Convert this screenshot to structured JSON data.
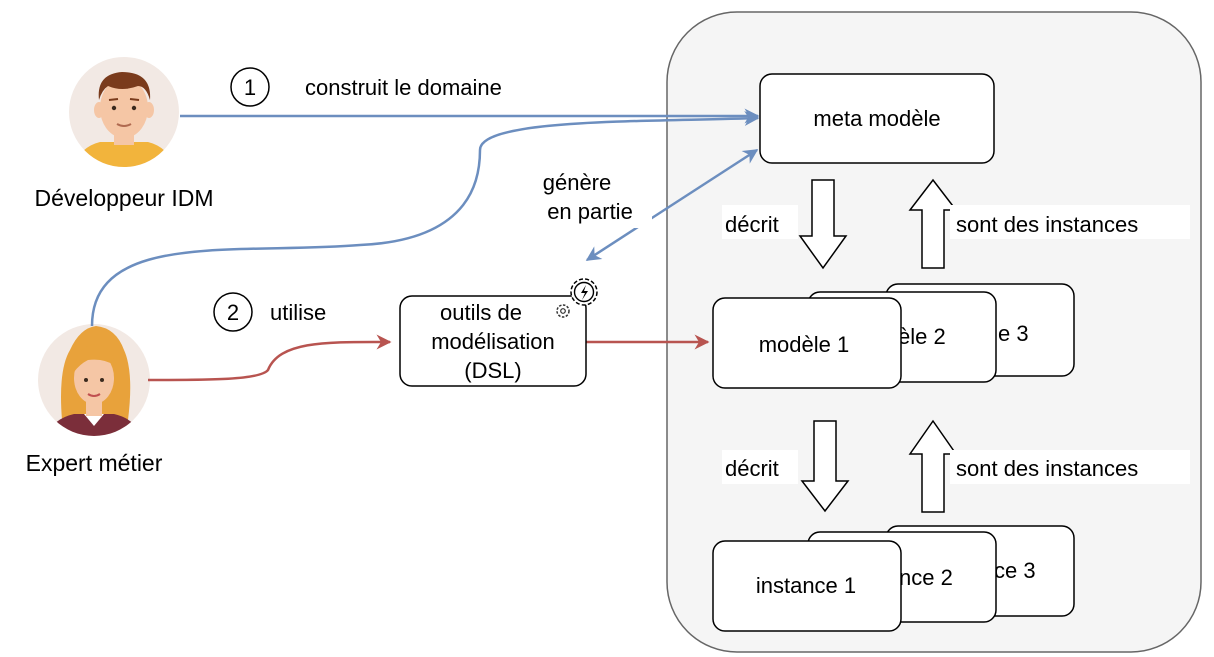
{
  "actors": {
    "developer": {
      "label": "Développeur IDM"
    },
    "expert": {
      "label": "Expert métier"
    }
  },
  "steps": {
    "step1": {
      "number": "1",
      "label": "construit le domaine"
    },
    "step2": {
      "number": "2",
      "label": "utilise"
    }
  },
  "edges": {
    "generates": {
      "line1": "génère",
      "line2": "en partie"
    },
    "describes_top": "décrit",
    "instances_top": "sont des instances",
    "describes_bottom": "décrit",
    "instances_bottom": "sont des instances"
  },
  "nodes": {
    "meta_model": "meta modèle",
    "tool": {
      "line1": "outils de",
      "line2": "modélisation",
      "line3": "(DSL)"
    },
    "model_1": "modèle 1",
    "model_2_visible": "èle 2",
    "model_3_visible": "e 3",
    "instance_1": "instance 1",
    "instance_2_visible": "nce 2",
    "instance_3_visible": "ce 3"
  },
  "icons": {
    "developer_avatar": "male-developer-avatar-icon",
    "expert_avatar": "female-expert-avatar-icon",
    "tool_badge": "gear-lightning-icon"
  },
  "colors": {
    "blue_connector": "#6c8ebf",
    "red_connector": "#b85450",
    "container_fill": "#f5f5f5",
    "container_stroke": "#666666",
    "dev_shirt": "#f2b43c",
    "expert_hair": "#e8a23b",
    "skin": "#f5c6a5",
    "avatar_bg": "#f2e9e4"
  }
}
